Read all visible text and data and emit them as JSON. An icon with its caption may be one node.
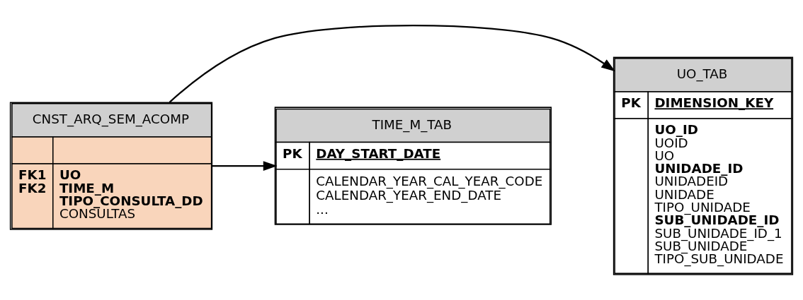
{
  "diagram": {
    "nodes": [
      {
        "text": [
          "UO_TAB",
          "PK",
          "DIMENSION_KEY",
          "UO_ID",
          "UOID",
          "UO",
          "UNIDADE_ID",
          "UNIDADEID",
          "UNIDADE",
          "TIPO_UNIDADE",
          "SUB_UNIDADE_ID",
          "SUB_UNIDADE_ID_1",
          "SUB_UNIDADE",
          "TIPO_SUB_UNIDADE"
        ]
      },
      {
        "text": [
          "CNST_ARQ_SEM_ACOMP",
          "FK1",
          "FK2",
          "UO",
          "TIME_M",
          "TIPO_CONSULTA_DD",
          "CONSULTAS"
        ]
      },
      {
        "text": [
          "TIME_M_TAB",
          "PK",
          "DAY_START_DATE",
          "CALENDAR_YEAR_CAL_YEAR_CODE",
          "CALENDAR_YEAR_END_DATE",
          "..."
        ]
      }
    ],
    "edges": [
      {
        "from": 1,
        "to": 0,
        "arrow": "to"
      },
      {
        "from": 1,
        "to": 2,
        "arrow": "to"
      }
    ]
  }
}
